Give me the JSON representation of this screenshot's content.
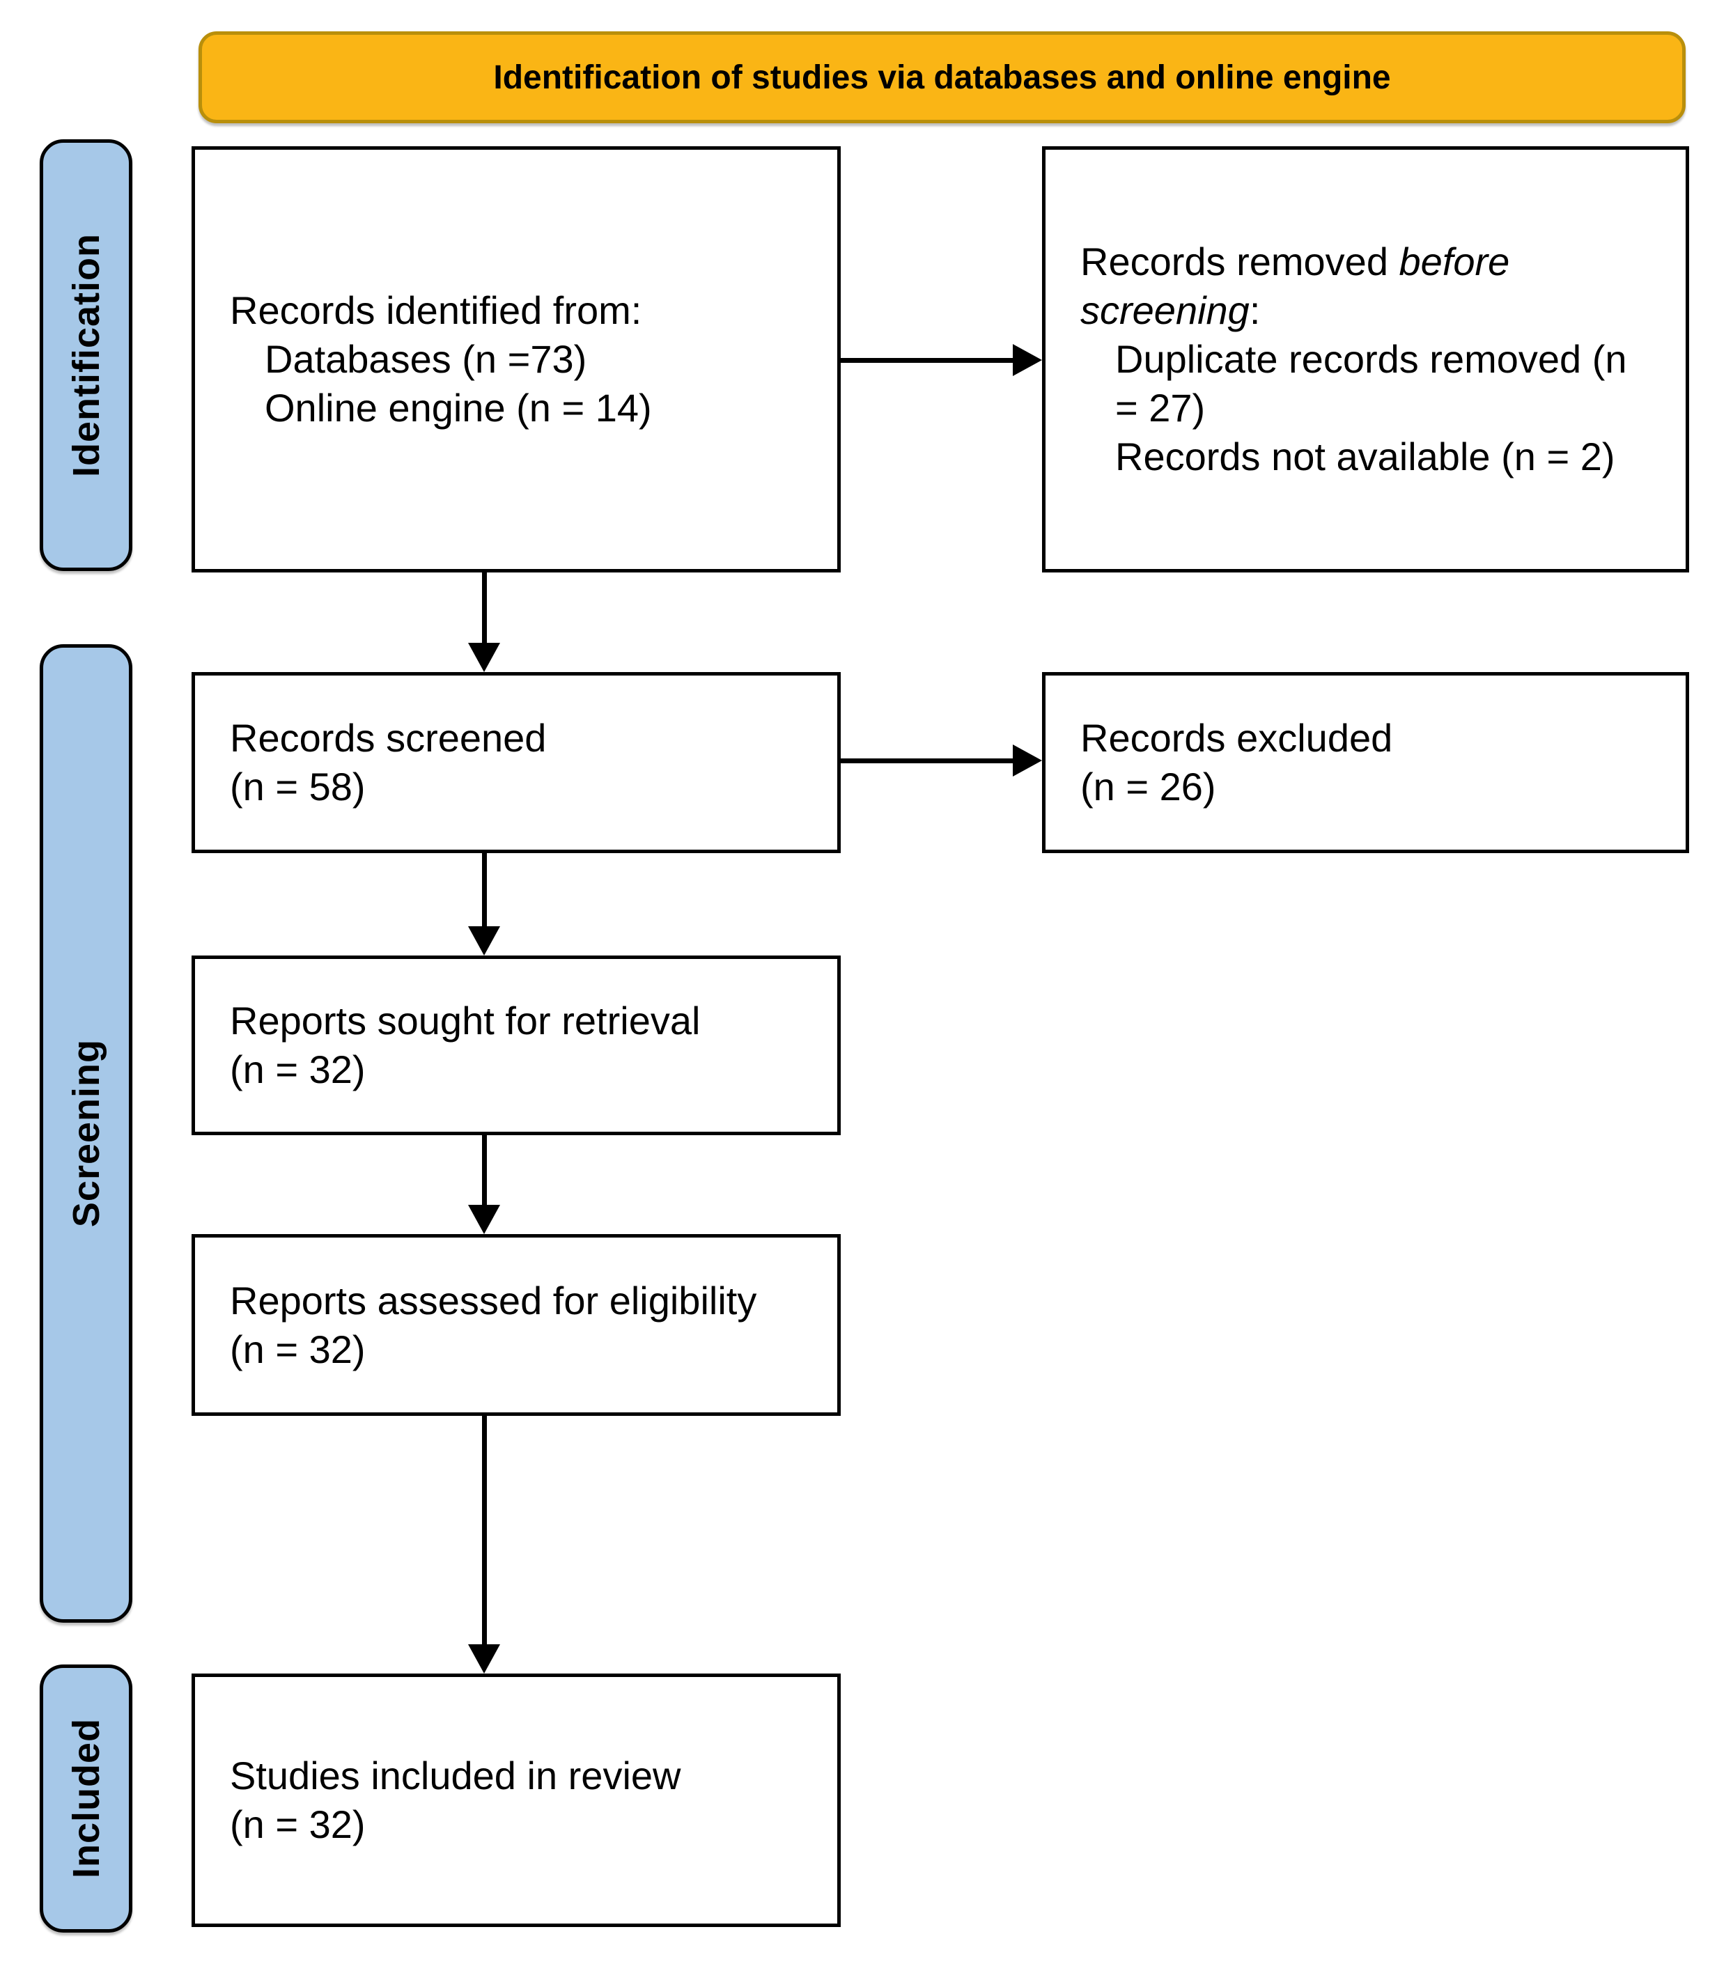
{
  "banner": {
    "label": "Identification of studies via databases and online engine"
  },
  "stages": {
    "identification": "Identification",
    "screening": "Screening",
    "included": "Included"
  },
  "boxes": {
    "records_identified": {
      "line1": "Records identified from:",
      "line2": "Databases (n =73)",
      "line3": "Online engine (n = 14)"
    },
    "records_removed": {
      "line1_pre": "Records removed ",
      "line1_em": "before screening",
      "line1_post": ":",
      "line2": "Duplicate records removed (n = 27)",
      "line3": "Records not available (n = 2)"
    },
    "records_screened": {
      "line1": "Records screened",
      "line2": "(n = 58)"
    },
    "records_excluded": {
      "line1": "Records excluded",
      "line2": "(n = 26)"
    },
    "reports_sought": {
      "line1": "Reports sought for retrieval",
      "line2": "(n = 32)"
    },
    "reports_assessed": {
      "line1": "Reports assessed for eligibility",
      "line2": "(n = 32)"
    },
    "studies_included": {
      "line1": "Studies included in review",
      "line2": "(n = 32)"
    }
  },
  "colors": {
    "banner_fill": "#FAB515",
    "banner_border": "#B98F0B",
    "stage_fill": "#A6C8E8",
    "stage_border": "#000000",
    "box_fill": "#FFFFFF",
    "box_border": "#000000",
    "arrow": "#000000",
    "text": "#000000"
  }
}
